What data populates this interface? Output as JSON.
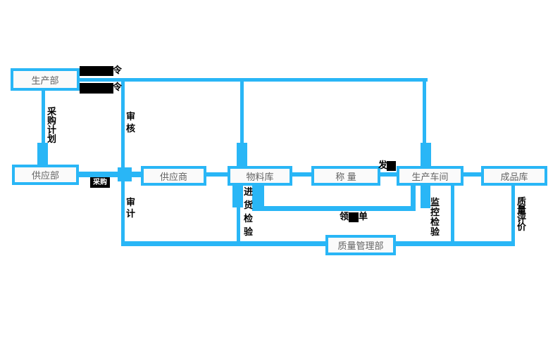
{
  "diagram": {
    "title_hint": "production-quality-flowchart",
    "colors": {
      "accent": "#29b6f6",
      "highlight": "#000000",
      "node_fill": "#fafafa",
      "node_text": "#636363",
      "label_text": "#000000"
    },
    "nodes": {
      "production_dept": "生产部",
      "supply_dept": "供应部",
      "supplier": "供应商",
      "material_warehouse": "物料库",
      "weighing": "称 量",
      "production_workshop": "生产车间",
      "finished_warehouse": "成品库",
      "quality_dept": "质量管理部"
    },
    "labels": {
      "order_top_suffix": "令",
      "order_bottom_suffix": "令",
      "purchase_plan": "采购计划",
      "purchase_selected": "采购",
      "review": "审核",
      "audit": "审计",
      "incoming_inspection": "进货检验",
      "material_issue_prefix": "发",
      "requisition_prefix": "领",
      "requisition_suffix": "单",
      "monitoring_inspection": "监控检验",
      "quality_evaluation": "质量评价"
    }
  }
}
